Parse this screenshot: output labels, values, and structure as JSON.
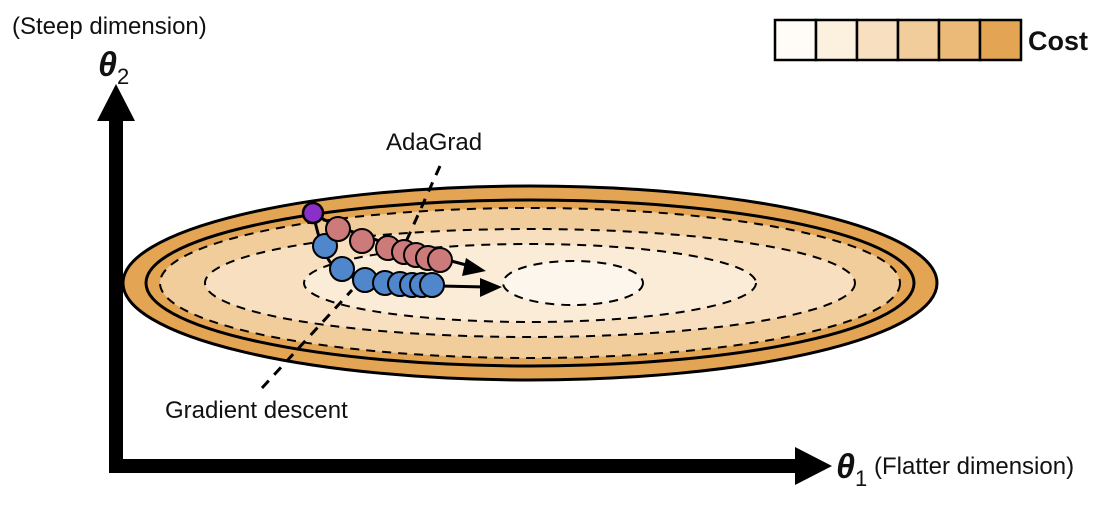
{
  "axes": {
    "y_dimension_label": "(Steep dimension)",
    "y_symbol": "θ",
    "y_subscript": "2",
    "x_symbol": "θ",
    "x_subscript": "1",
    "x_dimension_label": "(Flatter dimension)"
  },
  "legend": {
    "label": "Cost",
    "swatches": [
      "#fffcf7",
      "#fcf0df",
      "#f7dfbf",
      "#f1cd9c",
      "#ebb978",
      "#e3a553"
    ]
  },
  "contours": {
    "fills": [
      "#e3a553",
      "#f1cd9c",
      "#f7dfbf",
      "#fbecd8",
      "#fdf6ec"
    ]
  },
  "paths": {
    "adagrad": {
      "label": "AdaGrad",
      "point_color": "#cc7a7a"
    },
    "gradient_descent": {
      "label": "Gradient descent",
      "point_color": "#4f86cc"
    },
    "start_point_color": "#8b2fc9"
  }
}
